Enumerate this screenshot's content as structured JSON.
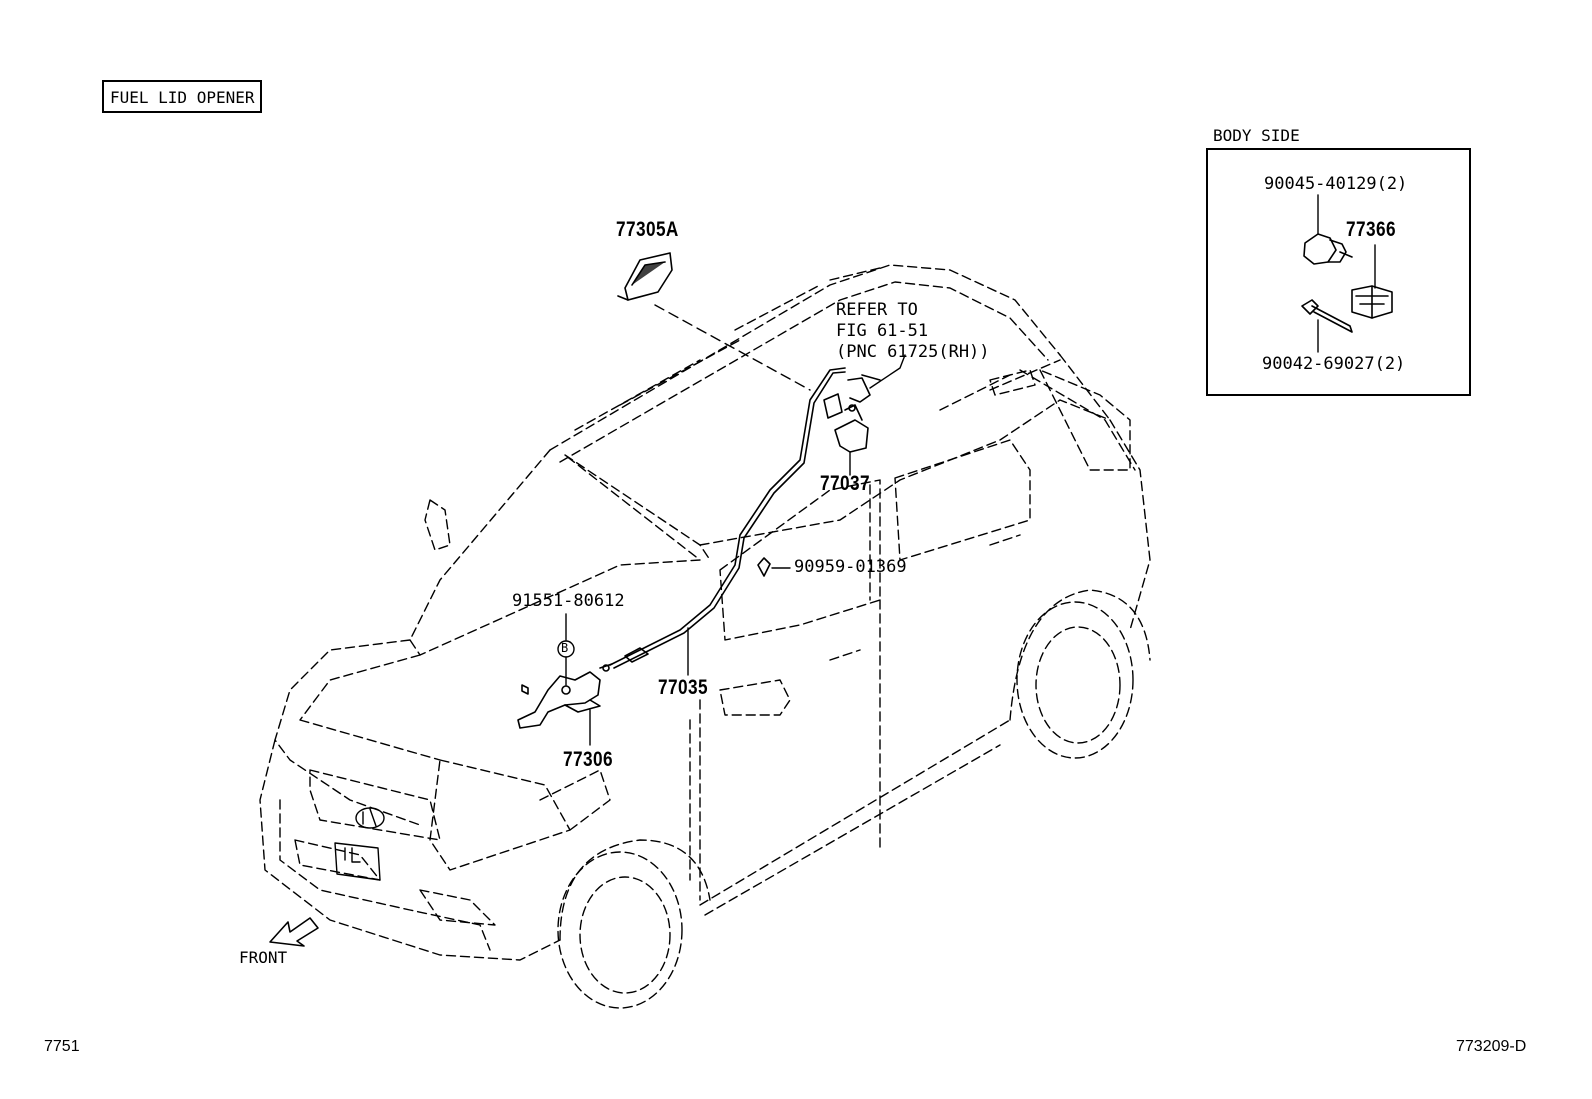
{
  "title_box": "FUEL LID OPENER",
  "body_side_caption": "BODY SIDE",
  "body_side_parts": {
    "bolt_top": "90045-40129(2)",
    "clip": "77366",
    "bolt_bottom": "90042-69027(2)"
  },
  "callouts": {
    "p77305A": "77305A",
    "refer_line1": "REFER TO",
    "refer_line2": "FIG 61-51",
    "refer_line3": "(PNC 61725(RH))",
    "p77037": "77037",
    "p90959": "90959-01369",
    "p91551": "91551-80612",
    "b_marker": "B",
    "p77035": "77035",
    "p77306": "77306"
  },
  "front_label": "FRONT",
  "footer_left": "7751",
  "footer_right": "773209-D"
}
